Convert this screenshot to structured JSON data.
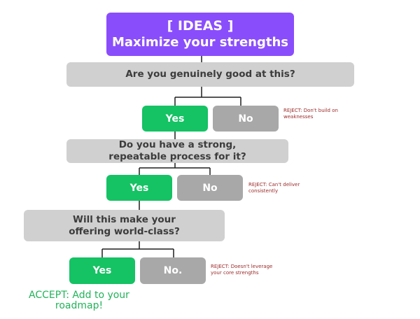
{
  "title": {
    "line1": "[ IDEAS ]",
    "line2": "Maximize your strengths"
  },
  "steps": [
    {
      "question": "Are you genuinely good at this?",
      "yes": "Yes",
      "no": "No",
      "reject": "REJECT: Don't build on weaknesses"
    },
    {
      "question": "Do you have a strong, repeatable process for it?",
      "yes": "Yes",
      "no": "No",
      "reject": "REJECT: Can't deliver consistently"
    },
    {
      "question": "Will this make your offering world-class?",
      "yes": "Yes",
      "no": "No.",
      "reject": "REJECT: Doesn't leverage your core strengths"
    }
  ],
  "accept": "ACCEPT: Add to your roadmap!",
  "colors": {
    "title": "#8a4dfc",
    "question": "#d0d0d0",
    "yes": "#15c264",
    "no": "#a8a8a8",
    "reject_text": "#9c2a2a",
    "accept_text": "#22b35a"
  }
}
